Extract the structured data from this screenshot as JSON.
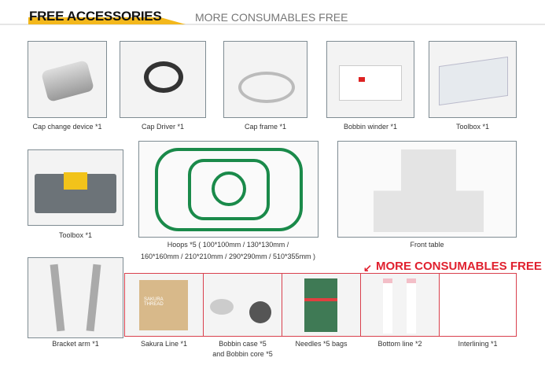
{
  "header": {
    "title": "FREE ACCESSORIES",
    "subtitle": "MORE CONSUMABLES FREE"
  },
  "items": [
    {
      "label": "Cap change device  *1"
    },
    {
      "label": "Cap Driver *1"
    },
    {
      "label": "Cap frame  *1"
    },
    {
      "label": "Bobbin winder  *1"
    },
    {
      "label": "Toolbox  *1"
    },
    {
      "label": "Toolbox  *1"
    },
    {
      "label": "Hoops *5 ( 100*100mm / 130*130mm /",
      "label2": "160*160mm / 210*210mm / 290*290mm / 510*355mm )"
    },
    {
      "label": "Front table"
    },
    {
      "label": "Bracket arm *1"
    }
  ],
  "consumables": {
    "title": "MORE CONSUMABLES FREE",
    "items": [
      {
        "label": "Sakura Line  *1",
        "box_text": "SAKURA THREAD"
      },
      {
        "label": "Bobbin case *5",
        "label2": "and Bobbin core *5"
      },
      {
        "label": "Needles  *5 bags"
      },
      {
        "label": "Bottom line  *2"
      },
      {
        "label": "Interlining  *1"
      }
    ]
  },
  "colors": {
    "accent": "#f3b81c",
    "red": "#e0202e",
    "hoop": "#1a8a4a"
  }
}
